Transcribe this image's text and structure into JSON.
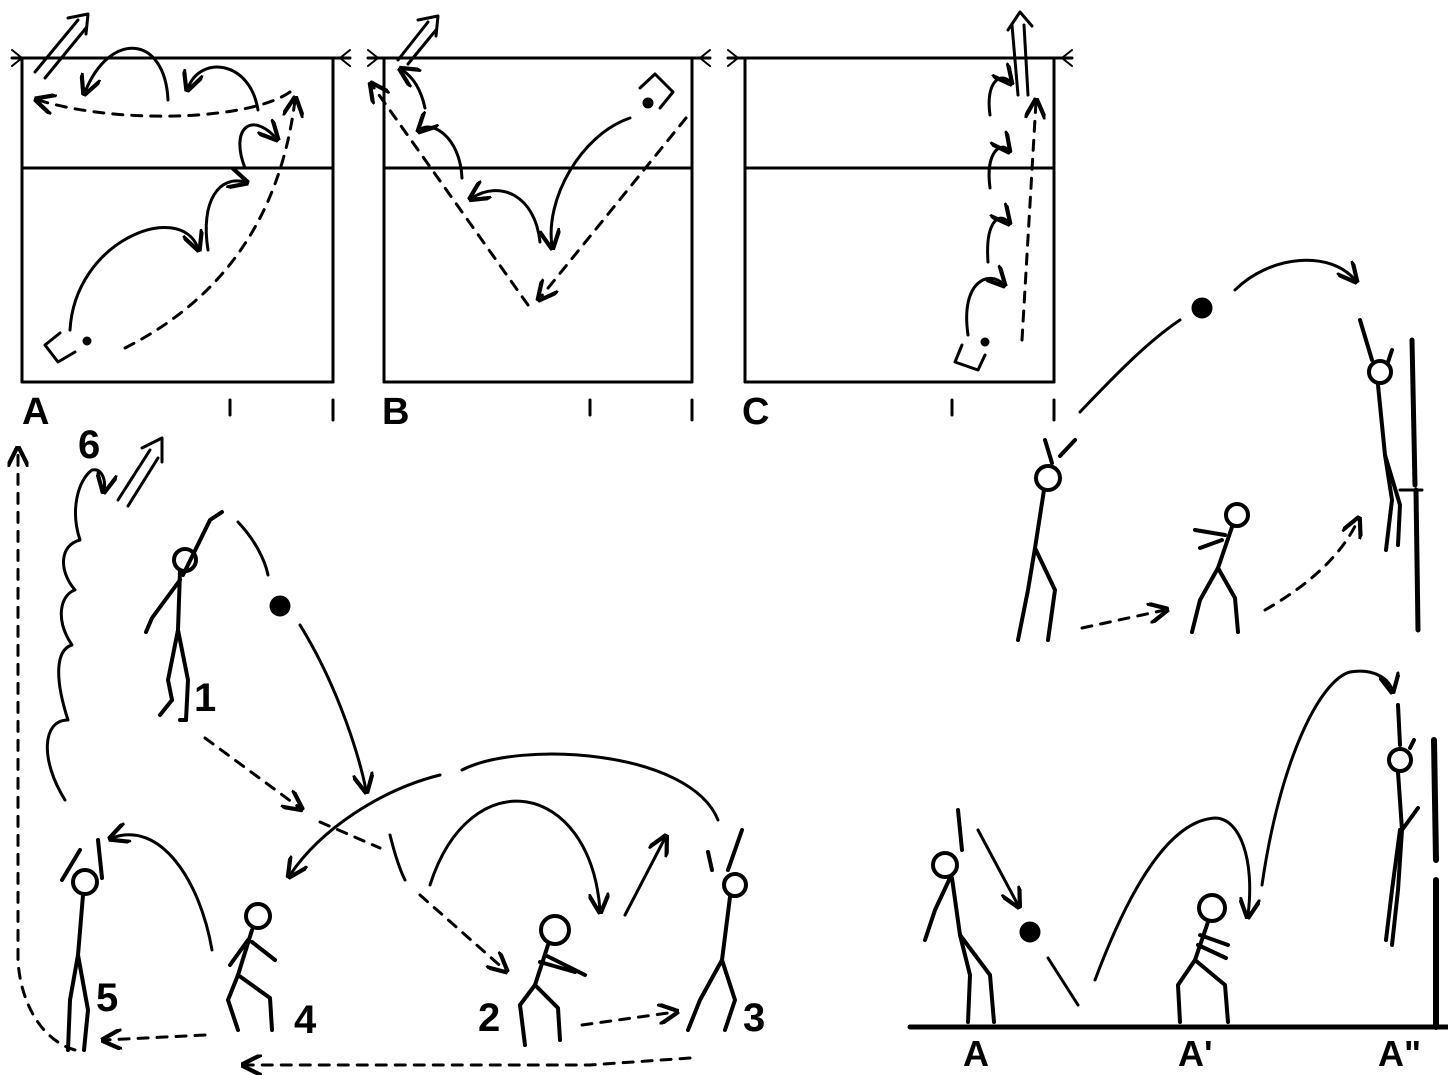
{
  "colors": {
    "ink": "#000000",
    "paper": "#ffffff"
  },
  "courts": [
    {
      "id": "A",
      "label": "A"
    },
    {
      "id": "B",
      "label": "B"
    },
    {
      "id": "C",
      "label": "C"
    }
  ],
  "steps": [
    "1",
    "2",
    "3",
    "4",
    "5",
    "6"
  ],
  "positions": [
    "A",
    "A'",
    "A\""
  ]
}
